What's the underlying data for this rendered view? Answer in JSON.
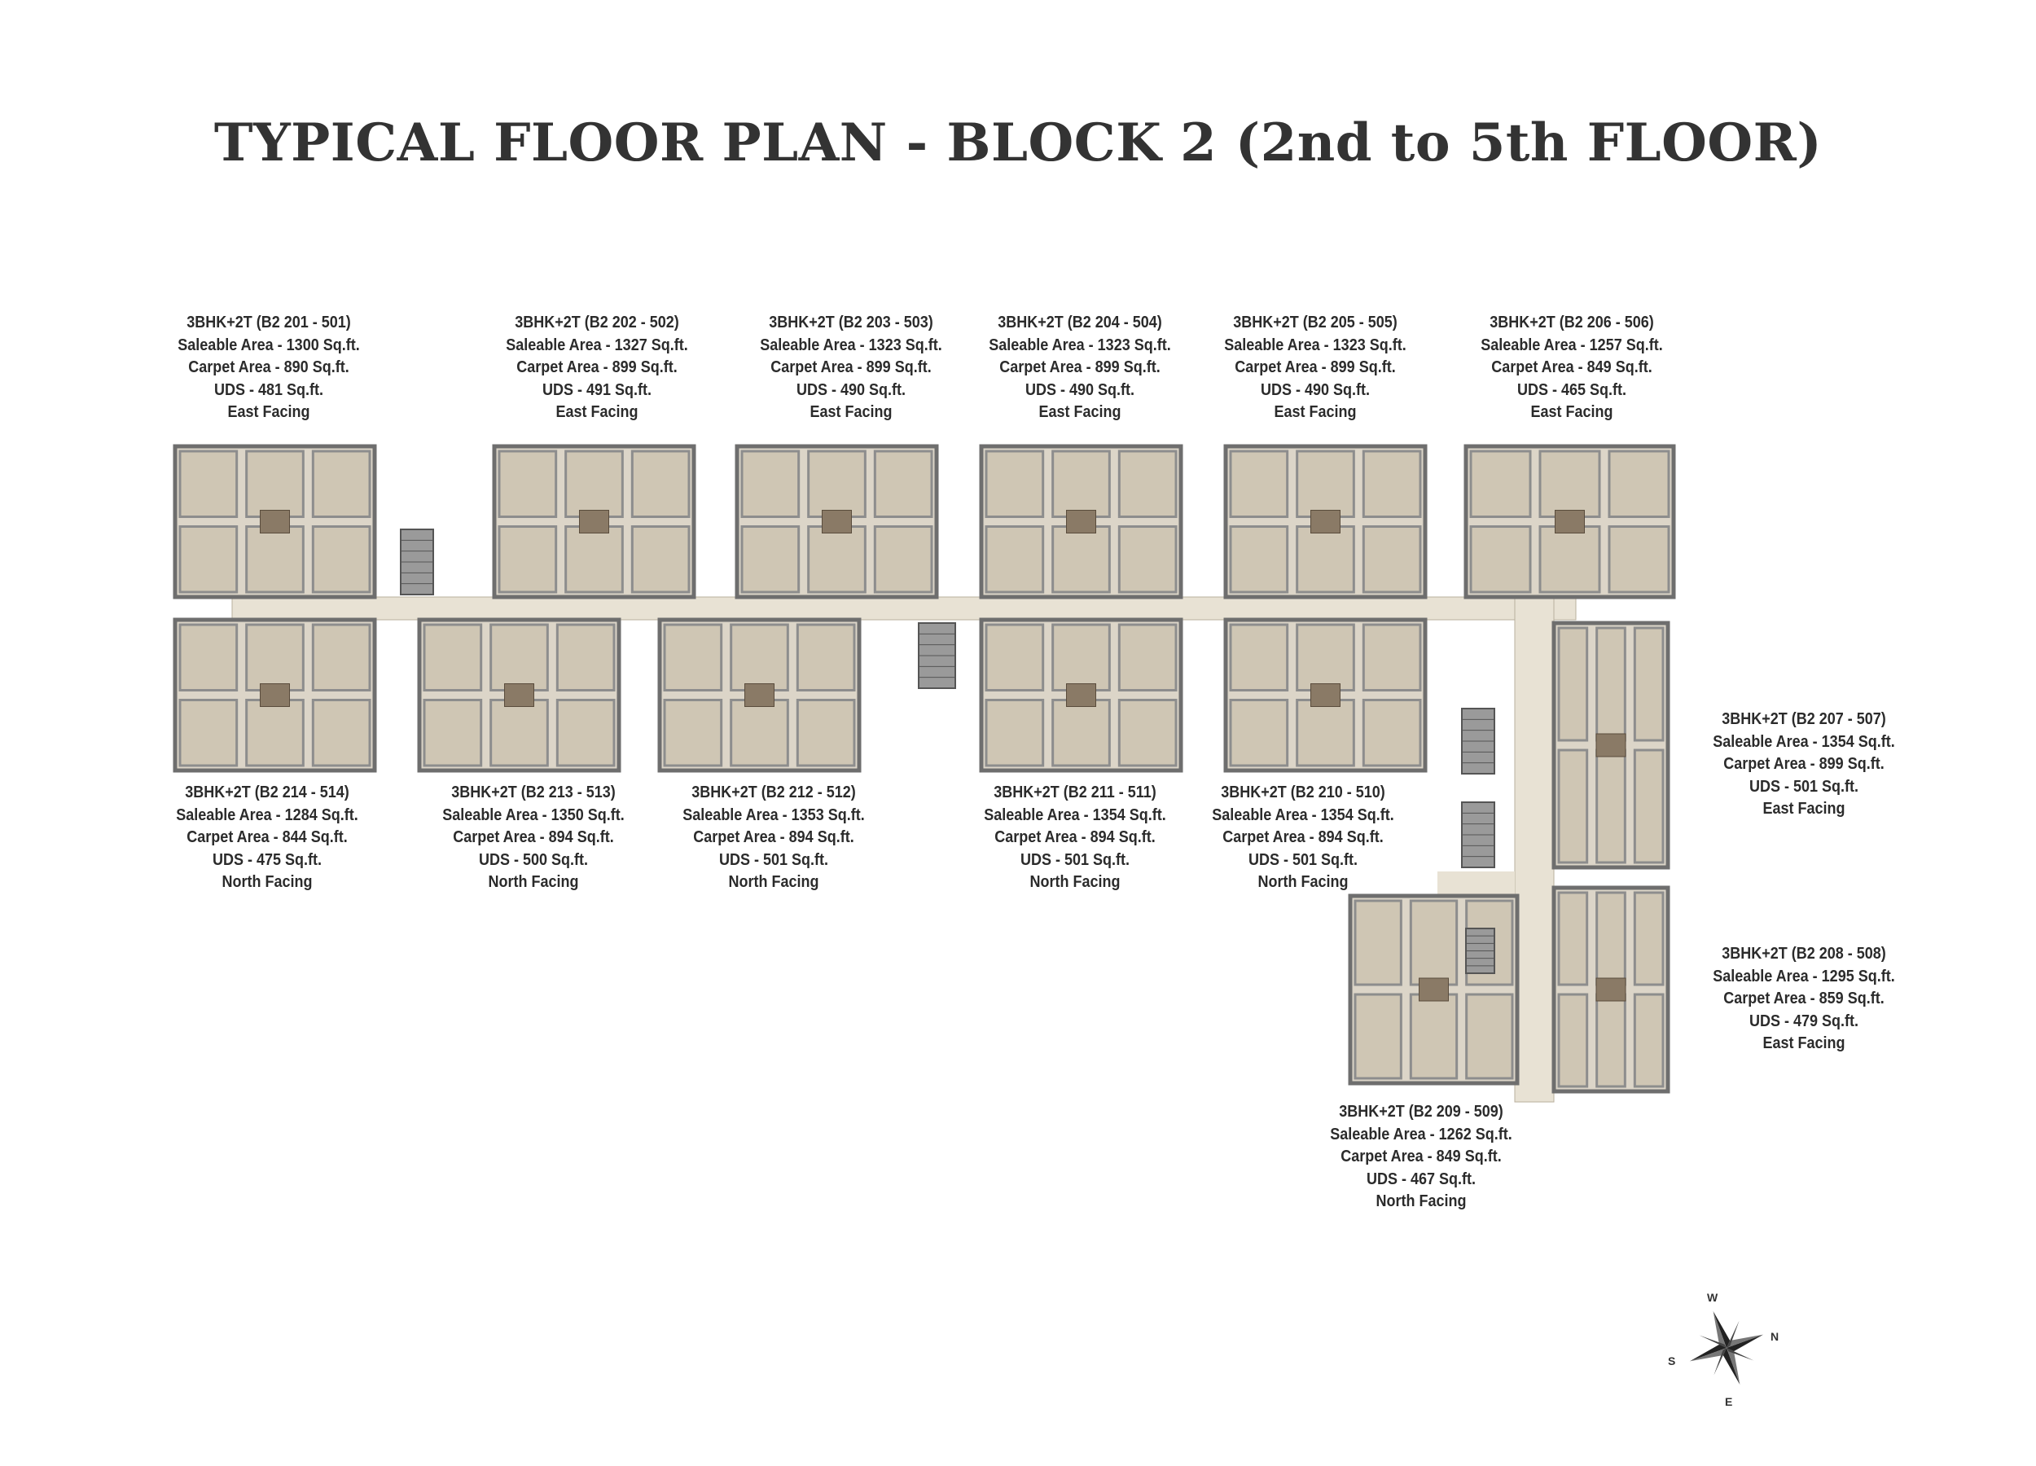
{
  "title": "TYPICAL FLOOR PLAN - BLOCK 2 (2nd to 5th FLOOR)",
  "units": [
    {
      "type": "3BHK+2T (B2 201 - 501)",
      "saleable": "Saleable Area - 1300 Sq.ft.",
      "carpet": "Carpet Area - 890 Sq.ft.",
      "uds": "UDS - 481 Sq.ft.",
      "facing": "East Facing"
    },
    {
      "type": "3BHK+2T (B2 202 - 502)",
      "saleable": "Saleable Area - 1327 Sq.ft.",
      "carpet": "Carpet Area - 899 Sq.ft.",
      "uds": "UDS - 491 Sq.ft.",
      "facing": "East Facing"
    },
    {
      "type": "3BHK+2T (B2 203 - 503)",
      "saleable": "Saleable Area - 1323 Sq.ft.",
      "carpet": "Carpet Area - 899 Sq.ft.",
      "uds": "UDS - 490 Sq.ft.",
      "facing": "East Facing"
    },
    {
      "type": "3BHK+2T (B2 204 - 504)",
      "saleable": "Saleable Area - 1323 Sq.ft.",
      "carpet": "Carpet Area - 899 Sq.ft.",
      "uds": "UDS - 490 Sq.ft.",
      "facing": "East Facing"
    },
    {
      "type": "3BHK+2T (B2 205 - 505)",
      "saleable": "Saleable Area - 1323 Sq.ft.",
      "carpet": "Carpet Area - 899 Sq.ft.",
      "uds": "UDS - 490 Sq.ft.",
      "facing": "East Facing"
    },
    {
      "type": "3BHK+2T (B2 206 - 506)",
      "saleable": "Saleable Area - 1257 Sq.ft.",
      "carpet": "Carpet Area - 849 Sq.ft.",
      "uds": "UDS - 465 Sq.ft.",
      "facing": "East Facing"
    },
    {
      "type": "3BHK+2T (B2 207 - 507)",
      "saleable": "Saleable Area - 1354 Sq.ft.",
      "carpet": "Carpet Area - 899 Sq.ft.",
      "uds": "UDS - 501 Sq.ft.",
      "facing": "East Facing"
    },
    {
      "type": "3BHK+2T (B2 208 - 508)",
      "saleable": "Saleable Area - 1295 Sq.ft.",
      "carpet": "Carpet Area - 859 Sq.ft.",
      "uds": "UDS - 479 Sq.ft.",
      "facing": "East Facing"
    },
    {
      "type": "3BHK+2T (B2 209 - 509)",
      "saleable": "Saleable Area - 1262 Sq.ft.",
      "carpet": "Carpet Area - 849 Sq.ft.",
      "uds": "UDS - 467 Sq.ft.",
      "facing": "North Facing"
    },
    {
      "type": "3BHK+2T (B2 210 - 510)",
      "saleable": "Saleable Area - 1354 Sq.ft.",
      "carpet": "Carpet Area - 894 Sq.ft.",
      "uds": "UDS - 501 Sq.ft.",
      "facing": "North Facing"
    },
    {
      "type": "3BHK+2T (B2 211 - 511)",
      "saleable": "Saleable Area - 1354 Sq.ft.",
      "carpet": "Carpet Area - 894 Sq.ft.",
      "uds": "UDS - 501 Sq.ft.",
      "facing": "North Facing"
    },
    {
      "type": "3BHK+2T (B2 212 - 512)",
      "saleable": "Saleable Area - 1353 Sq.ft.",
      "carpet": "Carpet Area - 894 Sq.ft.",
      "uds": "UDS - 501 Sq.ft.",
      "facing": "North Facing"
    },
    {
      "type": "3BHK+2T (B2 213 - 513)",
      "saleable": "Saleable Area - 1350 Sq.ft.",
      "carpet": "Carpet Area - 894 Sq.ft.",
      "uds": "UDS - 500 Sq.ft.",
      "facing": "North Facing"
    },
    {
      "type": "3BHK+2T (B2 214 - 514)",
      "saleable": "Saleable Area - 1284 Sq.ft.",
      "carpet": "Carpet Area - 844 Sq.ft.",
      "uds": "UDS - 475 Sq.ft.",
      "facing": "North Facing"
    }
  ],
  "compass": {
    "w": "W",
    "s": "S",
    "n": "N",
    "e": "E"
  },
  "colors": {
    "wall": "#6e6e6e",
    "floor": "#dcd5c8",
    "room": "#cfc6b4",
    "corridor": "#e8e2d4",
    "furniture": "#8a7a66"
  }
}
